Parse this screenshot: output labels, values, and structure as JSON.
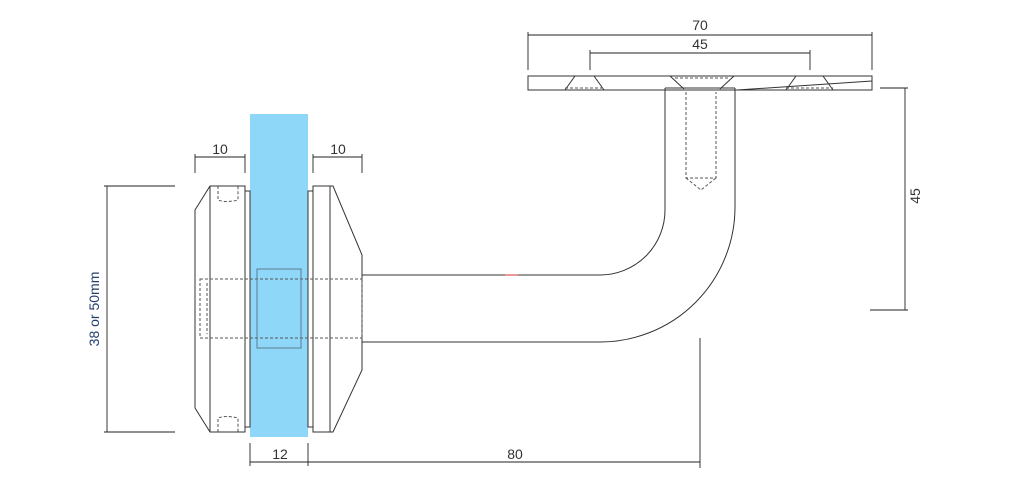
{
  "dimensions": {
    "top_plate_width": "70",
    "hole_spacing": "45",
    "plate_to_arm_height": "45",
    "clamp_diameter": "38 or 50mm",
    "left_clamp_thickness": "10",
    "right_clamp_thickness": "10",
    "glass_thickness": "12",
    "projection": "80"
  },
  "colors": {
    "glass": "#8fd7f8",
    "diameter_label": "#23406e",
    "line": "#333333"
  }
}
